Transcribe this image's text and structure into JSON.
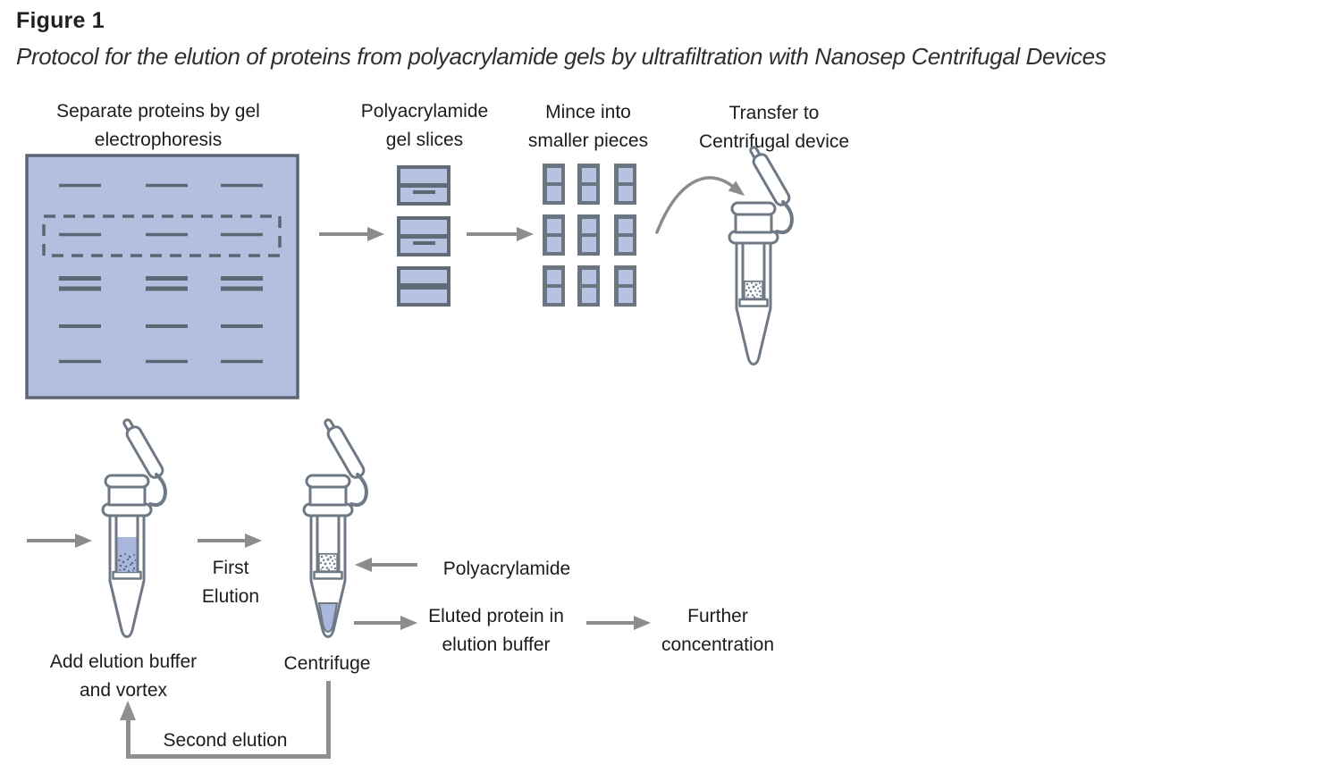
{
  "figure": {
    "label": "Figure 1",
    "caption": "Protocol for the elution of proteins from polyacrylamide gels by ultrafiltration with Nanosep Centrifugal Devices"
  },
  "steps": {
    "separate": {
      "lines": [
        "Separate proteins by gel",
        "electrophoresis"
      ]
    },
    "slices": {
      "lines": [
        "Polyacrylamide",
        "gel slices"
      ]
    },
    "mince": {
      "lines": [
        "Mince into",
        "smaller pieces"
      ]
    },
    "transfer": {
      "lines": [
        "Transfer to",
        "Centrifugal device"
      ]
    },
    "add_buffer": {
      "lines": [
        "Add elution buffer",
        "and vortex"
      ]
    },
    "first_elution": {
      "lines": [
        "First",
        "Elution"
      ]
    },
    "centrifuge": {
      "label": "Centrifuge"
    },
    "polyacrylamide_retained": {
      "label": "Polyacrylamide"
    },
    "eluted_protein": {
      "lines": [
        "Eluted protein in",
        "elution buffer"
      ]
    },
    "further_concentration": {
      "lines": [
        "Further",
        "concentration"
      ]
    },
    "second_elution": {
      "label": "Second elution"
    }
  },
  "colors": {
    "gel_fill": "#b4bfdf",
    "gel_outline": "#5b6573",
    "band": "#5d6774",
    "tube_outline": "#6e7984",
    "arrow": "#8c8c8c",
    "liquid_fill": "#aab7dc",
    "text": "#1c1c1c"
  }
}
